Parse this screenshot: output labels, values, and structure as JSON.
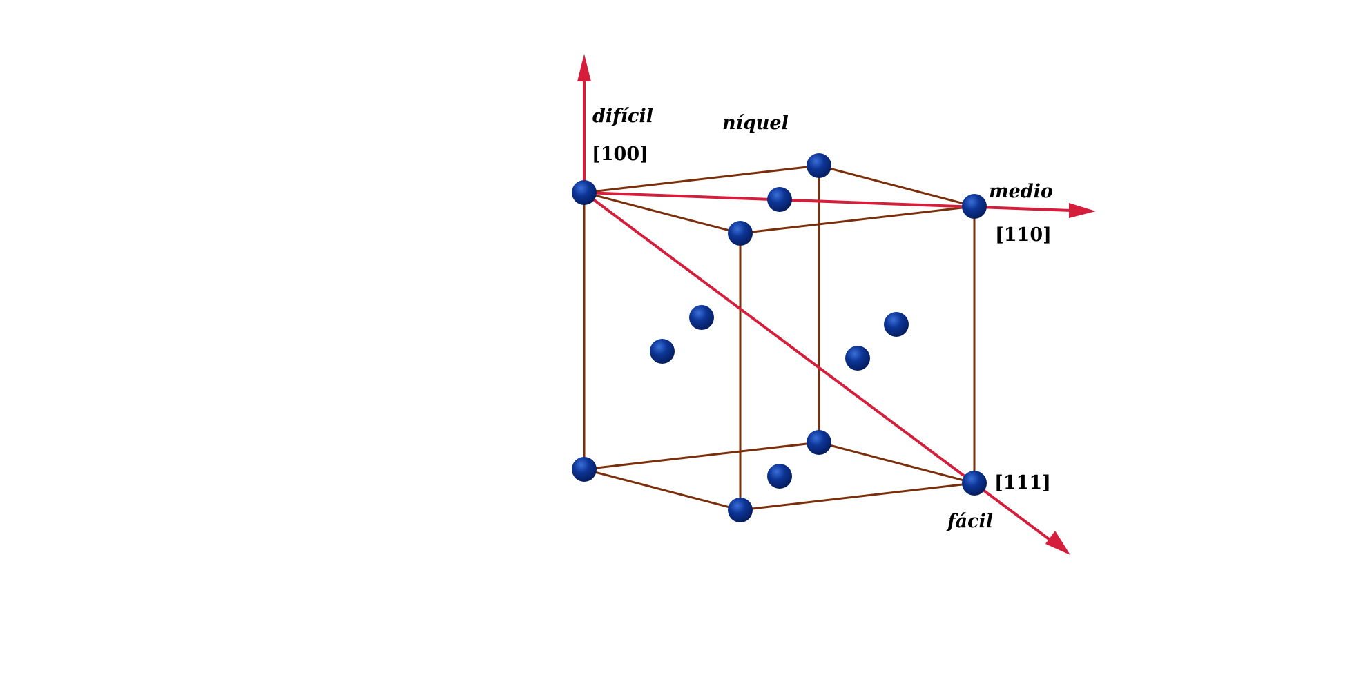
{
  "diagram": {
    "title": "níquel",
    "colors": {
      "edge": "#7a2f0a",
      "axis": "#d41e3c",
      "atom": "#0a2e87",
      "atom_highlight": "#3a6fd8",
      "text": "#000000"
    },
    "directions": [
      {
        "id": "hard",
        "name": "difícil",
        "index": "[100]"
      },
      {
        "id": "medium",
        "name": "medio",
        "index": "[110]"
      },
      {
        "id": "easy",
        "name": "fácil",
        "index": "[111]"
      }
    ]
  }
}
